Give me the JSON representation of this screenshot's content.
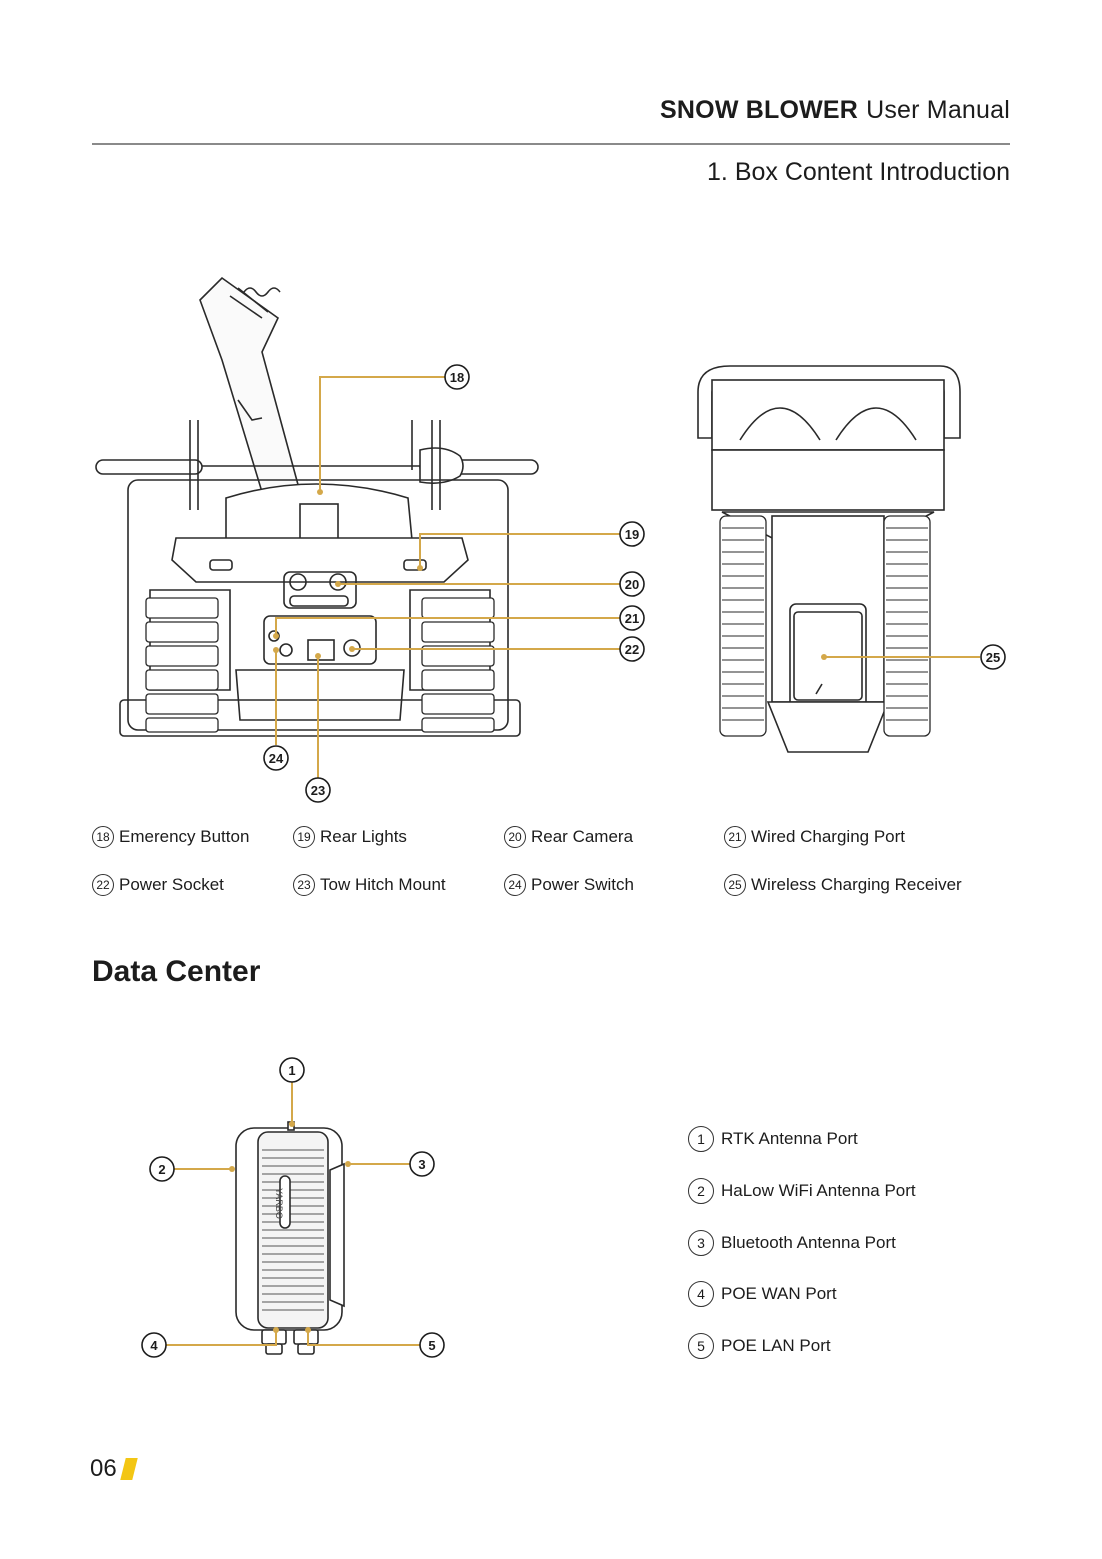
{
  "header": {
    "brand": "SNOW BLOWER",
    "manual": "User Manual",
    "section": "1. Box Content Introduction"
  },
  "callouts_top": [
    "18",
    "19",
    "20",
    "21",
    "22",
    "23",
    "24",
    "25"
  ],
  "legend_top": [
    {
      "num": "18",
      "label": "Emerency Button"
    },
    {
      "num": "19",
      "label": "Rear Lights"
    },
    {
      "num": "20",
      "label": "Rear Camera"
    },
    {
      "num": "21",
      "label": "Wired Charging Port"
    },
    {
      "num": "22",
      "label": "Power Socket"
    },
    {
      "num": "23",
      "label": "Tow Hitch Mount"
    },
    {
      "num": "24",
      "label": "Power Switch"
    },
    {
      "num": "25",
      "label": "Wireless Charging Receiver"
    }
  ],
  "data_center": {
    "title": "Data Center",
    "device_logo": "YARBO",
    "callouts": [
      "1",
      "2",
      "3",
      "4",
      "5"
    ],
    "items": [
      {
        "num": "1",
        "label": "RTK Antenna Port"
      },
      {
        "num": "2",
        "label": "HaLow WiFi Antenna Port"
      },
      {
        "num": "3",
        "label": "Bluetooth Antenna Port"
      },
      {
        "num": "4",
        "label": "POE WAN Port"
      },
      {
        "num": "5",
        "label": "POE LAN Port"
      }
    ]
  },
  "footer": {
    "page": "06"
  },
  "colors": {
    "accent": "#d4a84a",
    "flag": "#f3c614",
    "line": "#2a2a2a"
  }
}
